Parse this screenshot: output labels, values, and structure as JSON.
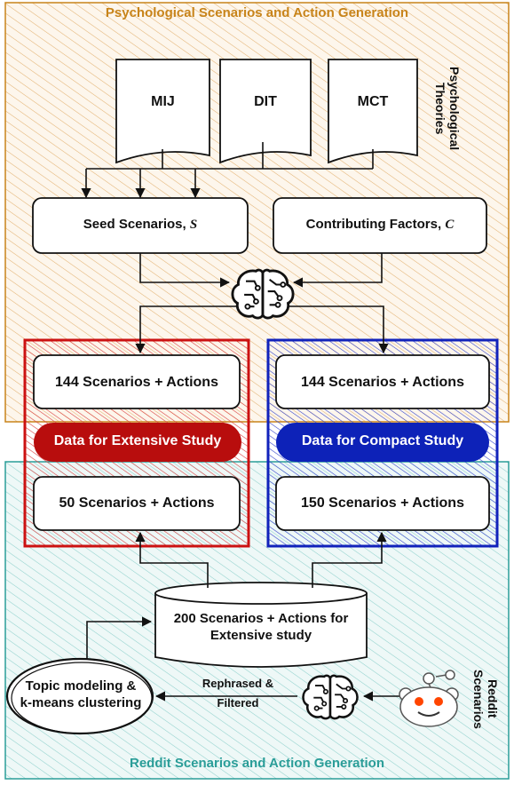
{
  "top_section": {
    "title": "Psychological Scenarios and Action Generation",
    "color": "#c8841a"
  },
  "bottom_section": {
    "title": "Reddit Scenarios and Action Generation",
    "color": "#2a9d98"
  },
  "side_labels": {
    "psych_theories": "Psychological Theories",
    "reddit_scenarios": "Reddit Scenarios"
  },
  "theories": [
    "MIJ",
    "DIT",
    "MCT"
  ],
  "seed": {
    "text": "Seed Scenarios, ",
    "symbol": "S"
  },
  "factors": {
    "text": "Contributing Factors, ",
    "symbol": "C"
  },
  "extensive": {
    "color": "#cc1111",
    "pill": "Data for Extensive Study",
    "pill_color": "#b80d0d",
    "box_top": "144 Scenarios + Actions",
    "box_bottom": "50 Scenarios + Actions"
  },
  "compact": {
    "color": "#1122bb",
    "pill": "Data for Compact Study",
    "pill_color": "#0d22b8",
    "box_top": "144 Scenarios + Actions",
    "box_bottom": "150 Scenarios + Actions"
  },
  "database": {
    "line1": "200 Scenarios + Actions for",
    "line2": "Extensive study"
  },
  "topic": {
    "line1": "Topic modeling &",
    "line2": "k-means clustering"
  },
  "rephrase": {
    "line1": "Rephrased &",
    "line2": "Filtered"
  },
  "icons": [
    "ai-brain-icon",
    "reddit-icon"
  ]
}
